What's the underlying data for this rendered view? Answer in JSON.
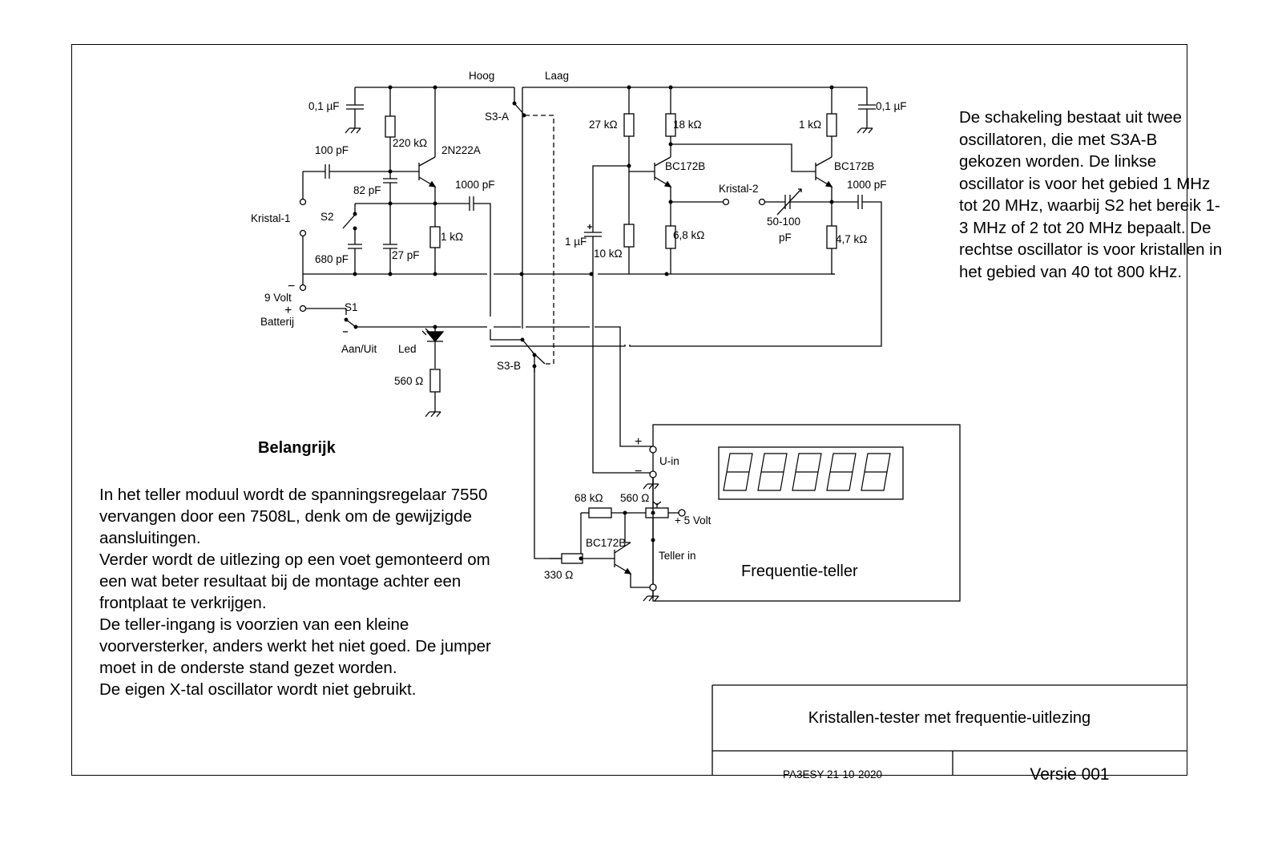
{
  "description": "De schakeling bestaat uit twee oscillatoren, die met S3A-B gekozen worden. De linkse oscillator is voor het gebied 1 MHz tot 20 MHz, waarbij S2 het bereik 1-3 MHz of 2 tot 20 MHz bepaalt. De rechtse oscillator is voor kristallen in het gebied van 40 tot 800 kHz.",
  "important": {
    "title": "Belangrijk",
    "lines": [
      "In het teller moduul wordt de spanningsregelaar 7550 vervangen door een 7508L, denk om de gewijzigde aansluitingen.",
      "Verder wordt de uitlezing op een voet gemonteerd om een wat beter resultaat bij de montage achter een frontplaat te verkrijgen.",
      "De teller-ingang is voorzien van een kleine voorversterker, anders werkt het niet goed. De jumper moet in de onderste stand gezet worden.",
      "De eigen X-tal oscillator wordt niet gebruikt."
    ]
  },
  "title_block": {
    "title": "Kristallen-tester met frequentie-uitlezing",
    "author": "PA3ESY  21-10-2020",
    "version": "Versie 001"
  },
  "labels": {
    "hoog": "Hoog",
    "laag": "Laag",
    "s3a": "S3-A",
    "s3b": "S3-B",
    "c01_left": "0,1 µF",
    "c01_right": "0,1 µF",
    "r220k": "220 kΩ",
    "q_2n2222a": "2N222A",
    "c100p": "100 pF",
    "c82p": "82 pF",
    "c1000p_left": "1000 pF",
    "kristal1": "Kristal-1",
    "s2": "S2",
    "r1k_left": "1 kΩ",
    "c680p": "680 pF",
    "c27p": "27 pF",
    "minus": "−",
    "volt9": "9 Volt",
    "plus": "+",
    "batterij": "Batterij",
    "s1": "S1",
    "aan_uit": "Aan/Uit",
    "led": "Led",
    "r560_led": "560 Ω",
    "r27k": "27 kΩ",
    "r18k": "18 kΩ",
    "q_bc172b_1": "BC172B",
    "kristal2": "Kristal-2",
    "c1u": "1 µF",
    "r10k": "10 kΩ",
    "r68k_top": "6,8 kΩ",
    "r1k_right": "1 kΩ",
    "q_bc172b_2": "BC172B",
    "c1000p_right": "1000 pF",
    "trim": "50-100",
    "trim_unit": "pF",
    "r47k": "4,7 kΩ",
    "uin": "U-in",
    "plus2": "+",
    "minus2": "−",
    "r68k": "68 kΩ",
    "r560": "560 Ω",
    "v5": "+ 5 Volt",
    "q_bc172b_3": "BC172B",
    "teller_in": "Teller in",
    "r330": "330 Ω",
    "counter": "Frequentie-teller"
  }
}
